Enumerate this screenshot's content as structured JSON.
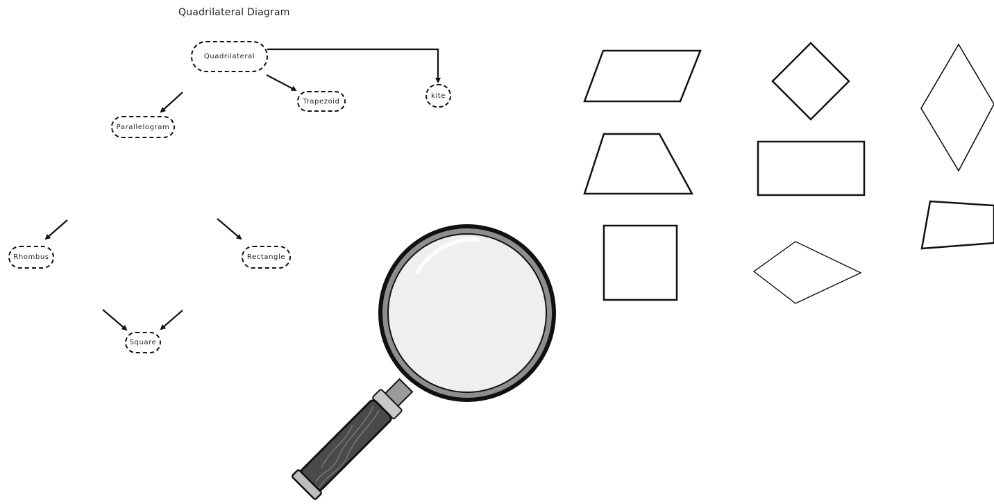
{
  "title": "Quadrilateral Diagram",
  "nodes": {
    "quadrilateral": "Quadrilateral",
    "parallelogram": "Parallelogram",
    "trapezoid": "Trapezoid",
    "kite": "kite",
    "rhombus": "Rhombus",
    "rectangle": "Rectangle",
    "square": "Square"
  },
  "shapes": [
    "parallelogram",
    "rhombus-diamond",
    "kite-tall",
    "trapezoid",
    "rectangle",
    "irregular-quadrilateral",
    "square",
    "rhombus-wide"
  ],
  "decoration": {
    "magnifier": "magnifying-glass-icon"
  }
}
